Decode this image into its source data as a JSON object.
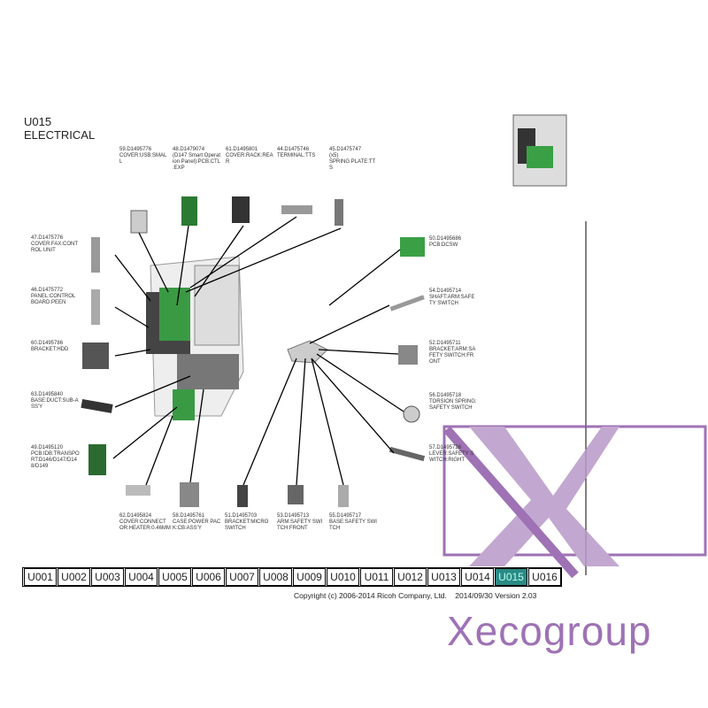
{
  "header": {
    "code": "U015",
    "section": "ELECTRICAL"
  },
  "parts": [
    {
      "id": "59",
      "text": "59.D1495776\nCOVER:USB:SMAL\nL"
    },
    {
      "id": "48",
      "text": "48.D1479074\n(D147 Smart Operat\nion Panel):PCB:CTL\n:EXP"
    },
    {
      "id": "61",
      "text": "61.D1495801\nCOVER:RACK:REA\nR"
    },
    {
      "id": "44",
      "text": "44.D1475746\nTERMINAL:TTS"
    },
    {
      "id": "45",
      "text": "45.D1475747\n(x5)\nSPRING PLATE:TT\nS"
    },
    {
      "id": "47",
      "text": "47.D1475776\nCOVER:FAX:CONT\nROL UNIT"
    },
    {
      "id": "46",
      "text": "46.D1475772\nPANEL:CONTROL\nBOARD:PEEN"
    },
    {
      "id": "60",
      "text": "60.D1495786\nBRACKET:HDD"
    },
    {
      "id": "63",
      "text": "63.D1495840\nBASE:DUCT:SUB-A\nSS'Y"
    },
    {
      "id": "49",
      "text": "49.D1495120\nPCB:IDB:TRANSPO\nRT:D146/D147/D14\n8/D149"
    },
    {
      "id": "62",
      "text": "62.D1495824\nCOVER:CONNECT\nOR:HEATER:0.46MM"
    },
    {
      "id": "58",
      "text": "58.D1495761\nCASE:POWER PAC\nK:CB:ASS'Y"
    },
    {
      "id": "51",
      "text": "51.D1495703\nBRACKET:MICRO\nSWITCH"
    },
    {
      "id": "53",
      "text": "53.D1495713\nARM:SAFETY SWI\nTCH:FRONT"
    },
    {
      "id": "55",
      "text": "55.D1495717\nBASE:SAFETY SWI\nTCH"
    },
    {
      "id": "50",
      "text": "50.D1495686\nPCB:DCSW"
    },
    {
      "id": "54",
      "text": "54.D1495714\nSHAFT:ARM:SAFE\nTY SWITCH"
    },
    {
      "id": "52",
      "text": "52.D1495711\nBRACKET:ARM:SA\nFETY SWITCH:FR\nONT"
    },
    {
      "id": "56",
      "text": "56.D1495718\nTORSION SPRING:\nSAFETY SWITCH"
    },
    {
      "id": "57",
      "text": "57.D1495726\nLEVER:SAFETY S\nWITCH:RIGHT"
    }
  ],
  "tabs": [
    "U001",
    "U002",
    "U003",
    "U004",
    "U005",
    "U006",
    "U007",
    "U008",
    "U009",
    "U010",
    "U011",
    "U012",
    "U013",
    "U014",
    "U015",
    "U016"
  ],
  "active_tab": "U015",
  "footer": {
    "copyright": "Copyright (c) 2006-2014 Ricoh Company, Ltd.",
    "version": "2014/09/30 Version 2.03"
  },
  "watermark": {
    "text": "Xecogroup"
  },
  "colors": {
    "pcb": "#2f8f3a",
    "active_tab": "#2a8a86",
    "watermark": "#8e5aa8"
  }
}
